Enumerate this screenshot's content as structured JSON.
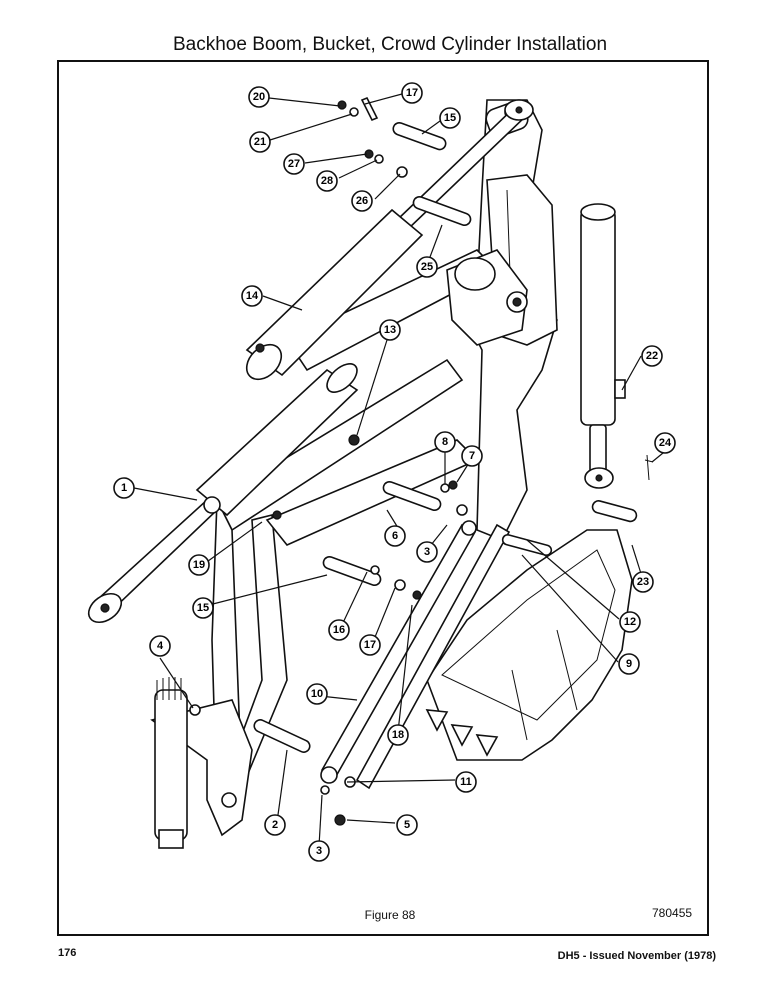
{
  "page": {
    "title": "Backhoe Boom, Bucket, Crowd Cylinder Installation",
    "figure_caption": "Figure 88",
    "drawing_number": "780455",
    "page_number": "176",
    "footer": "DH5 - Issued November (1978)"
  },
  "callouts": [
    {
      "id": "c20",
      "label": "20"
    },
    {
      "id": "c17a",
      "label": "17"
    },
    {
      "id": "c21",
      "label": "21"
    },
    {
      "id": "c15a",
      "label": "15"
    },
    {
      "id": "c27",
      "label": "27"
    },
    {
      "id": "c28",
      "label": "28"
    },
    {
      "id": "c26",
      "label": "26"
    },
    {
      "id": "c25",
      "label": "25"
    },
    {
      "id": "c14",
      "label": "14"
    },
    {
      "id": "c13",
      "label": "13"
    },
    {
      "id": "c22",
      "label": "22"
    },
    {
      "id": "c8",
      "label": "8"
    },
    {
      "id": "c7",
      "label": "7"
    },
    {
      "id": "c24",
      "label": "24"
    },
    {
      "id": "c1",
      "label": "1"
    },
    {
      "id": "c6",
      "label": "6"
    },
    {
      "id": "c3a",
      "label": "3"
    },
    {
      "id": "c19",
      "label": "19"
    },
    {
      "id": "c23",
      "label": "23"
    },
    {
      "id": "c15b",
      "label": "15"
    },
    {
      "id": "c16",
      "label": "16"
    },
    {
      "id": "c17b",
      "label": "17"
    },
    {
      "id": "c12",
      "label": "12"
    },
    {
      "id": "c4",
      "label": "4"
    },
    {
      "id": "c9",
      "label": "9"
    },
    {
      "id": "c10",
      "label": "10"
    },
    {
      "id": "c18",
      "label": "18"
    },
    {
      "id": "c11",
      "label": "11"
    },
    {
      "id": "c2",
      "label": "2"
    },
    {
      "id": "c5",
      "label": "5"
    },
    {
      "id": "c3b",
      "label": "3"
    }
  ]
}
